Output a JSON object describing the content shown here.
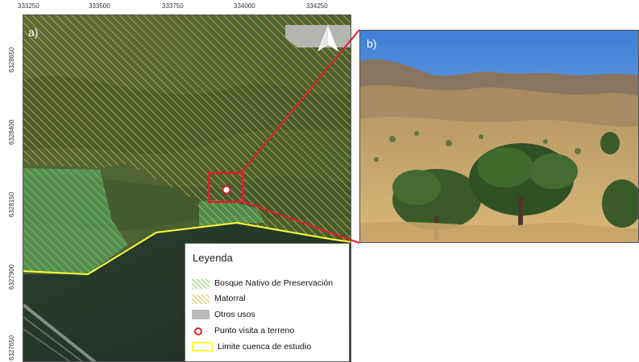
{
  "figure": {
    "panel_a_label": "a)",
    "panel_b_label": "b)"
  },
  "map": {
    "x_ticks": [
      "333250",
      "333500",
      "333750",
      "334000",
      "334250"
    ],
    "y_ticks": [
      "6328650",
      "6328400",
      "6328150",
      "6327900",
      "6327650"
    ],
    "north_arrow": "north-arrow-icon"
  },
  "legend": {
    "title": "Leyenda",
    "items": [
      {
        "label": "Bosque Nativo de Preservación",
        "color": "#6fc24a",
        "style": "hatch"
      },
      {
        "label": "Matorral",
        "color": "#e0b040",
        "style": "hatch"
      },
      {
        "label": "Otros usos",
        "color": "#b9b9b9",
        "style": "fill"
      },
      {
        "label": "Punto visita a terreno",
        "color": "#e0202a",
        "style": "circle"
      },
      {
        "label": "Limite cuenca de estudio",
        "color": "#ffff33",
        "style": "outline"
      }
    ]
  },
  "colors": {
    "zoom_box": "#e0202a",
    "watershed": "#ffff33"
  }
}
